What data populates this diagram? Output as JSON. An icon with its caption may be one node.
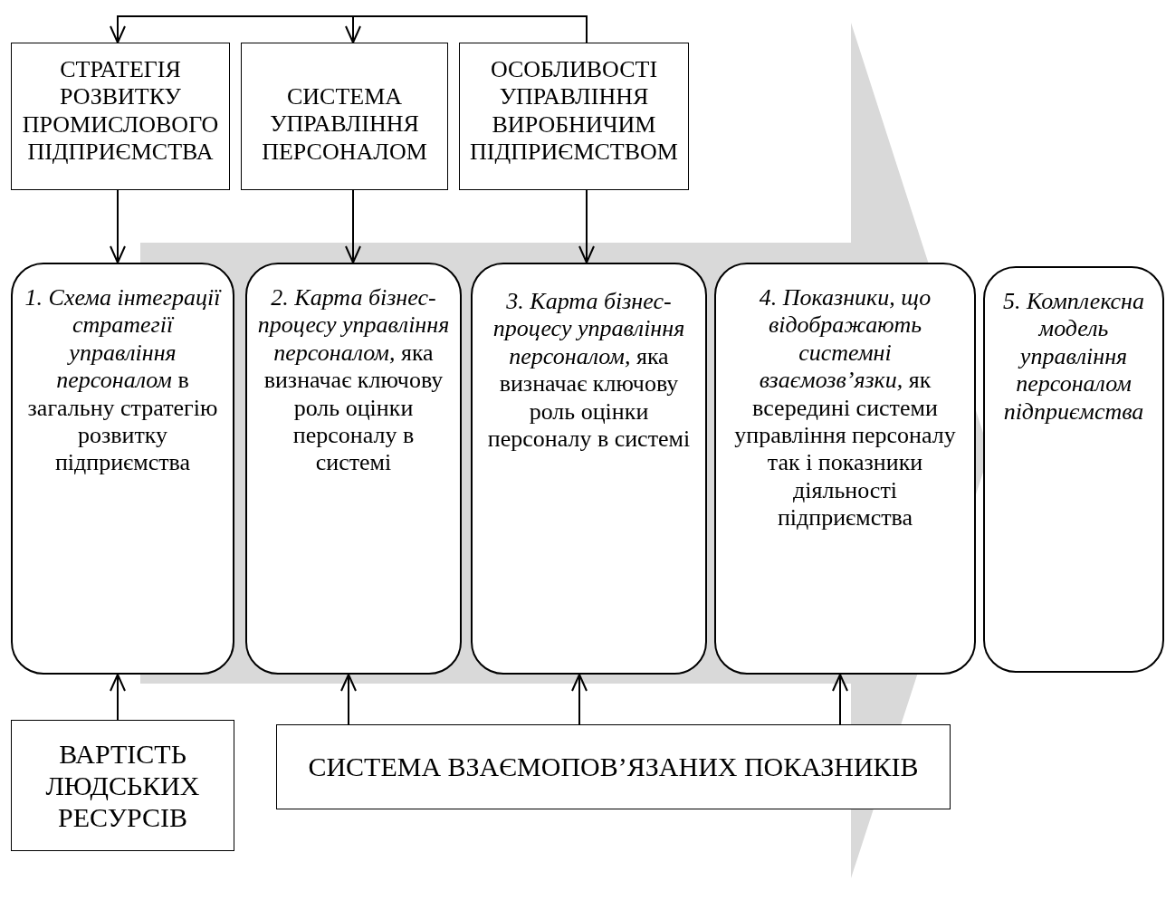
{
  "diagram": {
    "nodes": [
      {
        "text": [
          "СТРАТЕГІЯ РОЗВИТКУ ПРОМИСЛОВОГО ПІДПРИЄМСТВА"
        ]
      },
      {
        "text": [
          "СИСТЕМА УПРАВЛІННЯ ПЕРСОНАЛОМ"
        ]
      },
      {
        "text": [
          "ОСОБЛИВОСТІ УПРАВЛІННЯ ВИРОБНИЧИМ ПІДПРИЄМСТВОМ"
        ]
      },
      {
        "text": [
          "*1. Схема інтеграції стратегії управління персоналом* в загальну стратегію розвитку підприємства"
        ]
      },
      {
        "text": [
          "*2. Карта бізнес-процесу управління персоналом,* яка визначає ключову роль оцінки персоналу в системі"
        ]
      },
      {
        "text": [
          "*3. Карта бізнес-процесу управління персоналом,* яка визначає ключову роль оцінки персоналу в системі"
        ]
      },
      {
        "text": [
          "*4. Показники, що відображають системні взаємозв’язки,* як всередині системи управління персоналу так і показники діяльності підприємства"
        ]
      },
      {
        "text": [
          "5. Комплексна модель управління персоналом підприємства"
        ]
      },
      {
        "text": [
          "ВАРТІСТЬ ЛЮДСЬКИХ РЕСУРСІВ"
        ]
      },
      {
        "text": [
          "СИСТЕМА ВЗАЄМОПОВ’ЯЗАНИХ ПОКАЗНИКІВ"
        ]
      }
    ],
    "edges": [
      {
        "from": 2,
        "to": 0,
        "arrow": "to"
      },
      {
        "from": 2,
        "to": 1,
        "arrow": "to"
      },
      {
        "from": 0,
        "to": 3,
        "arrow": "to"
      },
      {
        "from": 1,
        "to": 4,
        "arrow": "to"
      },
      {
        "from": 2,
        "to": 5,
        "arrow": "to"
      },
      {
        "from": 8,
        "to": 3,
        "arrow": "to"
      },
      {
        "from": 9,
        "to": 4,
        "arrow": "to"
      },
      {
        "from": 9,
        "to": 5,
        "arrow": "to"
      },
      {
        "from": 9,
        "to": 6,
        "arrow": "to"
      }
    ]
  }
}
